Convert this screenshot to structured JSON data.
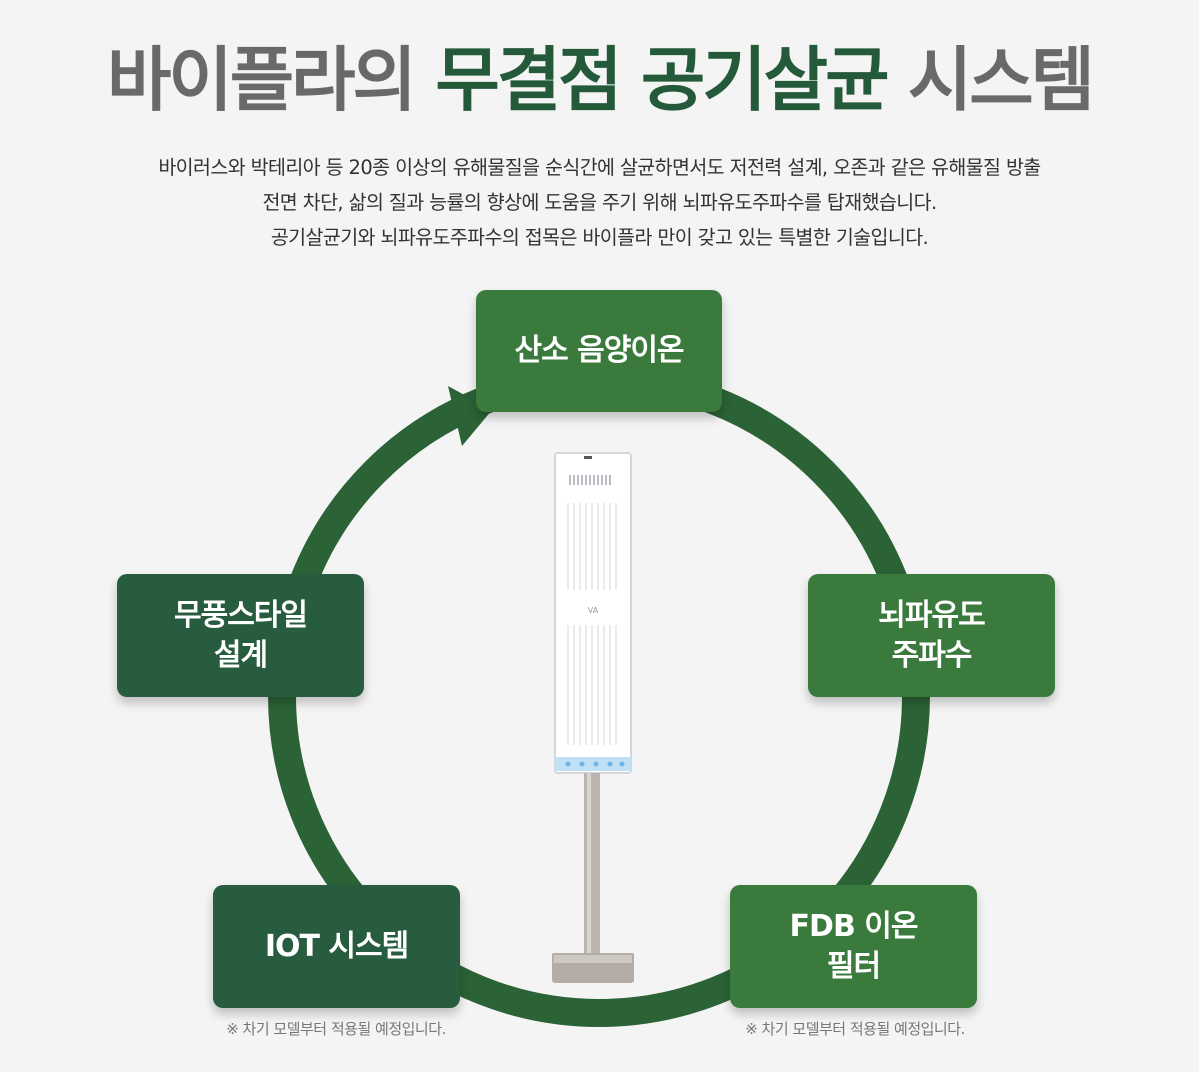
{
  "heading": {
    "part1": "바이플라의 ",
    "part2": "무결점 공기살균",
    "part3": " 시스템"
  },
  "description": {
    "line1": "바이러스와 박테리아 등 20종 이상의 유해물질을 순식간에 살균하면서도 저전력 설계, 오존과 같은 유해물질 방출",
    "line2": "전면 차단, 삶의 질과 능률의 향상에 도움을 주기 위해 뇌파유도주파수를 탑재했습니다.",
    "line3": "공기살균기와 뇌파유도주파수의 접목은 바이플라 만이 갖고 있는 특별한 기술입니다."
  },
  "features": {
    "top": {
      "line1": "산소 음양이온"
    },
    "left": {
      "line1": "무풍스타일",
      "line2": "설계"
    },
    "right": {
      "line1": "뇌파유도",
      "line2": "주파수"
    },
    "bottom_left": {
      "line1": "IOT 시스템"
    },
    "bottom_right": {
      "line1": "FDB 이온",
      "line2": "필터"
    }
  },
  "notes": {
    "bottom_left": "※ 차기 모델부터 적용될 예정입니다.",
    "bottom_right": "※ 차기 모델부터 적용될 예정입니다."
  },
  "colors": {
    "heading_gray": "#696969",
    "heading_green": "#245a3a",
    "ring": "#2b6236",
    "box_dark": "#275c3e",
    "box_light": "#3a7a3c",
    "background": "#f4f4f4"
  }
}
